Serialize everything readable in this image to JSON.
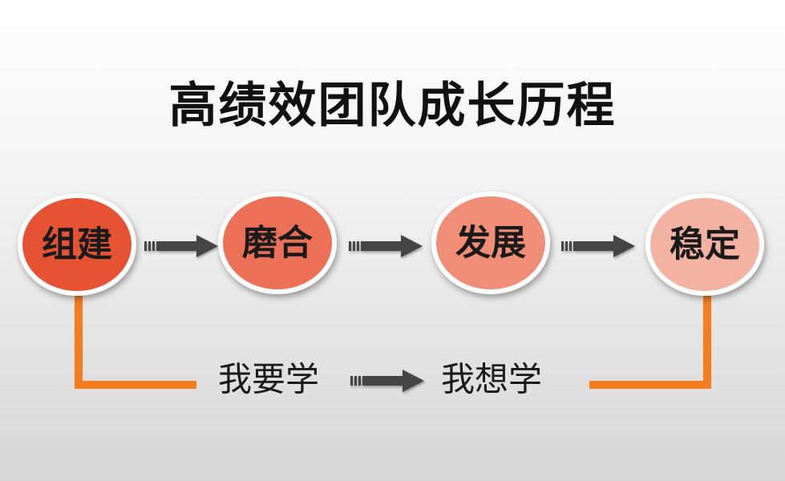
{
  "title": "高绩效团队成长历程",
  "stages": [
    {
      "label": "组建",
      "color": "#e65332"
    },
    {
      "label": "磨合",
      "color": "#ec7055"
    },
    {
      "label": "发展",
      "color": "#ef8d77"
    },
    {
      "label": "稳定",
      "color": "#f4b3a2"
    }
  ],
  "bottom": {
    "from": "我要学",
    "to": "我想学",
    "connector_color": "#f57c1f"
  },
  "arrow_color": "#444444"
}
